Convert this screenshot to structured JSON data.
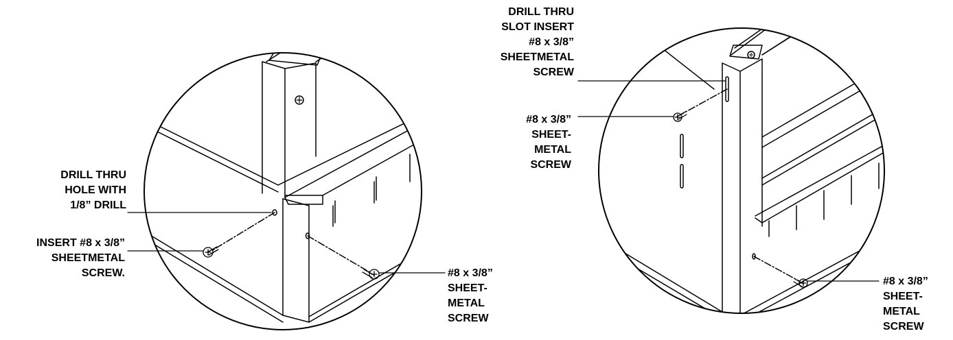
{
  "colors": {
    "ink": "#000000",
    "paper": "#ffffff"
  },
  "left_detail": {
    "callout_drill": [
      "DRILL THRU",
      "HOLE WITH",
      "1/8” DRILL"
    ],
    "callout_insert": [
      "INSERT #8 x 3/8”",
      "SHEETMETAL",
      "SCREW."
    ],
    "callout_screw": [
      "#8 x 3/8”",
      "SHEET-",
      "METAL",
      "SCREW"
    ]
  },
  "right_detail": {
    "callout_slot": [
      "DRILL THRU",
      "SLOT INSERT",
      "#8 x 3/8”",
      "SHEETMETAL",
      "SCREW"
    ],
    "callout_screw_upper": [
      "#8 x 3/8”",
      "SHEET-",
      "METAL",
      "SCREW"
    ],
    "callout_screw_lower": [
      "#8 x 3/8”",
      "SHEET-",
      "METAL",
      "SCREW"
    ]
  }
}
